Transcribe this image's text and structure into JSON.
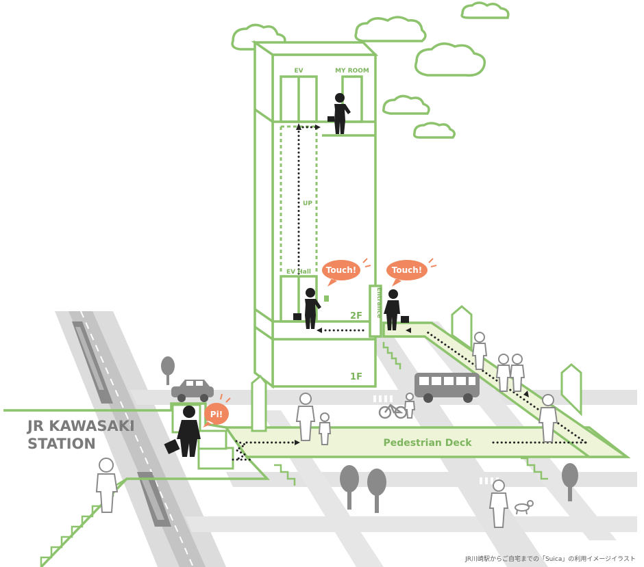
{
  "labels": {
    "ev": "EV",
    "my_room": "MY ROOM",
    "up": "UP",
    "ev_hall": "EV Hall",
    "touch_1": "Touch!",
    "touch_2": "Touch!",
    "entrance": "Entrance",
    "floor_2f": "2F",
    "floor_1f": "1F",
    "pi": "Pi!",
    "station_line1": "JR KAWASAKI",
    "station_line2": "STATION",
    "pedestrian_deck": "Pedestrian Deck"
  },
  "caption": "JR川崎駅からご自宅までの「Suica」の利用イメージイラスト",
  "colors": {
    "green": "#8cc36c",
    "deck_fill": "#eef4d8",
    "gray_road": "#d9d9d9",
    "dark_gray": "#8a8a8a",
    "figure": "#1f1f1f",
    "touch_orange": "#f0875e",
    "dots": "#222222"
  }
}
